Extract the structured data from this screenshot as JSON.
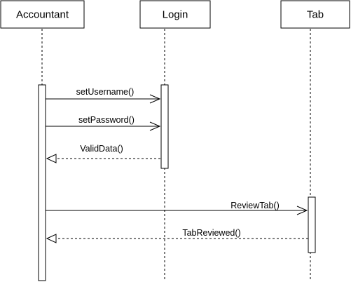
{
  "participants": [
    {
      "name": "Accountant"
    },
    {
      "name": "Login"
    },
    {
      "name": "Tab"
    }
  ],
  "messages": [
    {
      "label": "setUsername()",
      "from": "Accountant",
      "to": "Login",
      "kind": "call"
    },
    {
      "label": "setPassword()",
      "from": "Accountant",
      "to": "Login",
      "kind": "call"
    },
    {
      "label": "ValidData()",
      "from": "Login",
      "to": "Accountant",
      "kind": "return"
    },
    {
      "label": "ReviewTab()",
      "from": "Accountant",
      "to": "Tab",
      "kind": "call"
    },
    {
      "label": "TabReviewed()",
      "from": "Tab",
      "to": "Accountant",
      "kind": "return"
    }
  ]
}
